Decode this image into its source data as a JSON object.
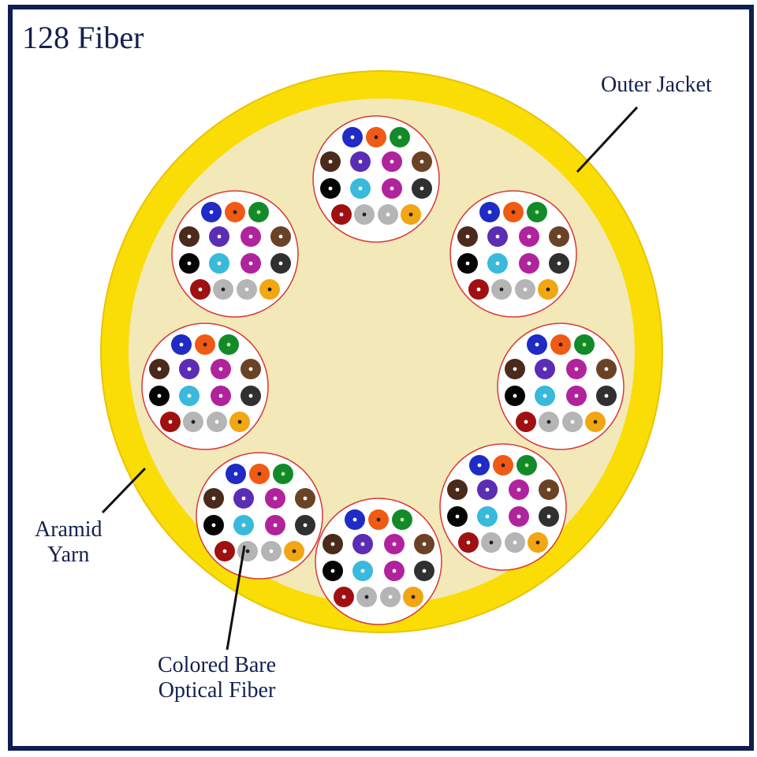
{
  "title": "128 Fiber",
  "labels": {
    "outer_jacket": "Outer Jacket",
    "aramid_yarn": [
      "Aramid",
      "Yarn"
    ],
    "colored_bare_fiber": [
      "Colored Bare",
      "Optical Fiber"
    ]
  },
  "colors": {
    "frame": "#0f1d52",
    "jacket": "#f9dd05",
    "jacket_edge": "#e9c400",
    "aramid": "#f2e8b8",
    "tube_fill": "#ffffff",
    "tube_stroke": "#d83a3a",
    "leader": "#111111"
  },
  "tube_count": 8,
  "fiber_colors": [
    "#1f2bc4",
    "#f05a14",
    "#138a2a",
    "#4a2a1a",
    "#5b2db5",
    "#b0239c",
    "#6a4226",
    "#050505",
    "#39b9dc",
    "#b0239c",
    "#303030",
    "#a01010",
    "#b5b5b5",
    "#b5b5b5",
    "#f1a612"
  ],
  "fiber_core_colors": [
    "#ffffff",
    "#222222",
    "#bfe7a0",
    "#ffffff",
    "#ffffff",
    "#ffffff",
    "#ffffff",
    "#ffffff",
    "#ffffff",
    "#ffffff",
    "#ffffff",
    "#ffffff",
    "#222222",
    "#ffffff",
    "#222222"
  ]
}
